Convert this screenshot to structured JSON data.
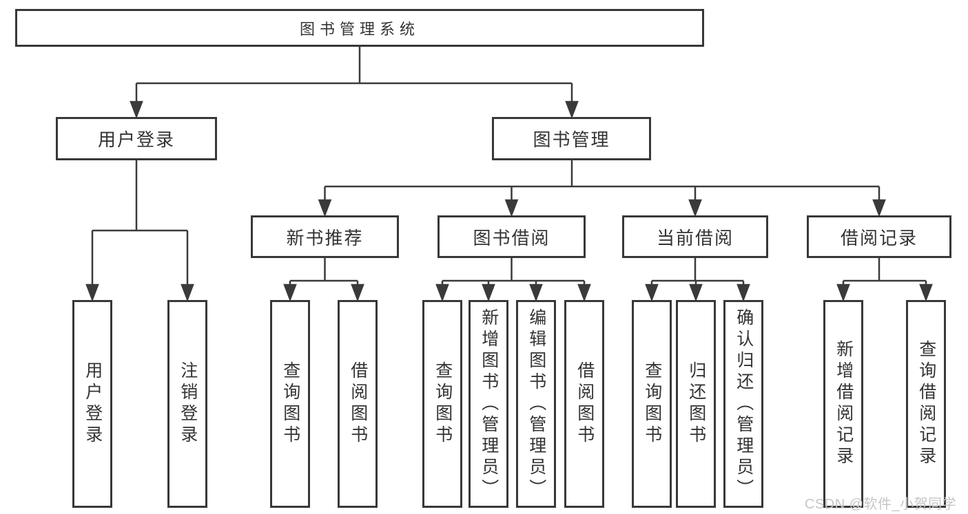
{
  "tree": {
    "label": "图书管理系统",
    "children": [
      {
        "label": "用户登录",
        "children": [
          {
            "label": "用户登录"
          },
          {
            "label": "注销登录"
          }
        ]
      },
      {
        "label": "图书管理",
        "children": [
          {
            "label": "新书推荐",
            "children": [
              {
                "label": "查询图书"
              },
              {
                "label": "借阅图书"
              }
            ]
          },
          {
            "label": "图书借阅",
            "children": [
              {
                "label": "查询图书"
              },
              {
                "label": "新增图书（管理员）"
              },
              {
                "label": "编辑图书（管理员）"
              },
              {
                "label": "借阅图书"
              }
            ]
          },
          {
            "label": "当前借阅",
            "children": [
              {
                "label": "查询图书"
              },
              {
                "label": "归还图书"
              },
              {
                "label": "确认归还（管理员）"
              }
            ]
          },
          {
            "label": "借阅记录",
            "children": [
              {
                "label": "新增借阅记录"
              },
              {
                "label": "查询借阅记录"
              }
            ]
          }
        ]
      }
    ]
  },
  "watermark": {
    "text": "CSDN @软件_小贺同学"
  },
  "colors": {
    "line": "#3a3a3a",
    "border": "#383838",
    "text": "#333333",
    "watermark_text": "#c6c6c6",
    "background": "#ffffff"
  }
}
